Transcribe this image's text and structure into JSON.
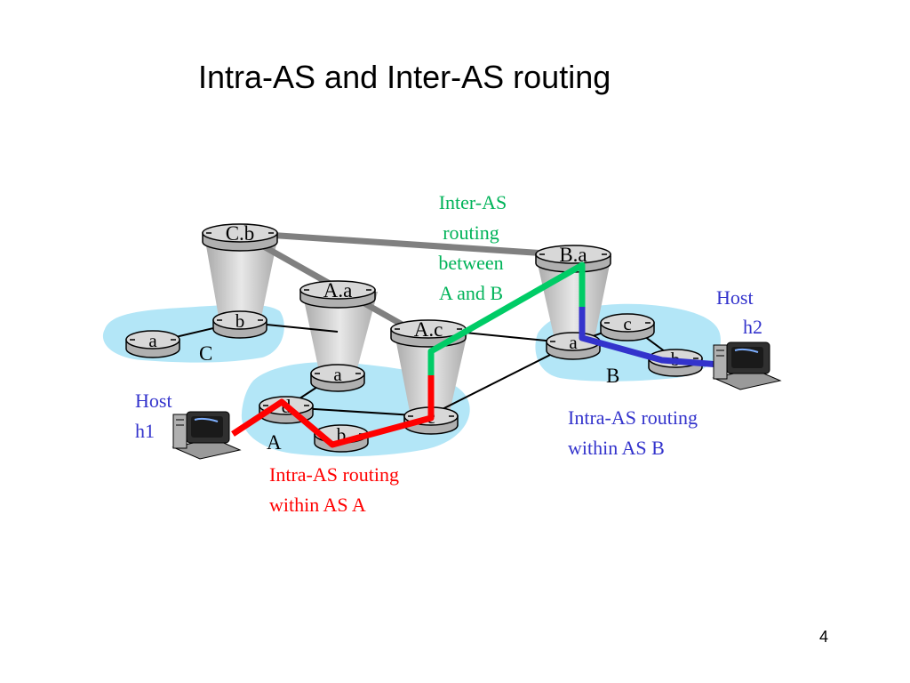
{
  "title": "Intra-AS and Inter-AS routing",
  "slide_number": "4",
  "colors": {
    "inter_as_path": "#00cc66",
    "intra_a_path": "#ff0000",
    "intra_b_path": "#3333cc",
    "as_cloud": "#b3e6f7",
    "router_body": "#c8c8c8",
    "inter_link": "#808080"
  },
  "routers": {
    "Cb": "C.b",
    "Ca": "a",
    "Cb_small": "b",
    "Aa": "A.a",
    "Aa_small": "a",
    "Ac": "A.c",
    "Ad": "d",
    "Ab": "b",
    "Ac_small": "c",
    "Ba": "B.a",
    "Ba_small": "a",
    "Bc": "c",
    "Bb": "b"
  },
  "as_labels": {
    "C": "C",
    "A": "A",
    "B": "B"
  },
  "hosts": {
    "h1": {
      "line1": "Host",
      "line2": "h1"
    },
    "h2": {
      "line1": "Host",
      "line2": "h2"
    }
  },
  "annotations": {
    "inter_as": [
      "Inter-AS",
      "routing",
      "between",
      "A and B"
    ],
    "intra_a": [
      "Intra-AS routing",
      "within AS A"
    ],
    "intra_b": [
      "Intra-AS routing",
      "within AS B"
    ]
  }
}
